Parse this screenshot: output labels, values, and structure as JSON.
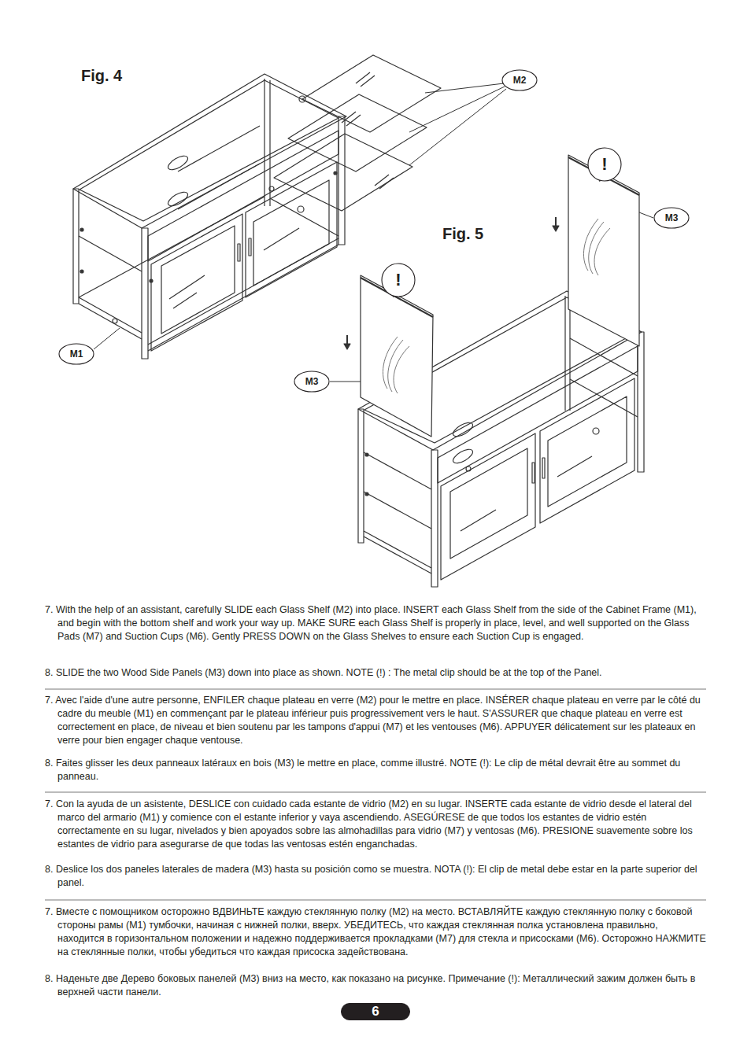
{
  "diagram": {
    "nodes": [
      {
        "text": [
          "M2"
        ]
      },
      {
        "text": [
          "!"
        ]
      },
      {
        "text": [
          "M3"
        ]
      },
      {
        "text": [
          "!"
        ]
      },
      {
        "text": [
          "M1"
        ]
      },
      {
        "text": [
          "M3"
        ]
      },
      {
        "text": [
          "6"
        ]
      }
    ],
    "labels": [
      "Fig. 4",
      "Fig. 5",
      "7. With the help of an assistant, carefully SLIDE each Glass Shelf (M2) into place. INSERT each Glass Shelf from the side of the Cabinet Frame (M1), and begin with the bottom shelf and work your way up. MAKE SURE each Glass Shelf is properly in place, level, and well supported on the Glass Pads (M7) and Suction Cups (M6). Gently PRESS DOWN on the Glass Shelves to ensure each Suction Cup is engaged.",
      "8. SLIDE the two Wood Side Panels (M3) down into place as shown. NOTE (!) : The metal clip should be at the top of the Panel.",
      "7. Avec l'aide d'une autre personne, ENFILER chaque plateau en verre (M2) pour le mettre en place. INSÉRER chaque plateau en verre par le côté du cadre du meuble (M1) en commençant par le plateau inférieur puis progressivement vers le haut. S'ASSURER que chaque plateau en verre est correctement en place, de niveau et bien soutenu par les tampons d'appui (M7) et les ventouses (M6). APPUYER délicatement sur les plateaux en verre pour bien engager chaque ventouse.",
      "8. Faites glisser les deux panneaux latéraux en bois (M3) le mettre en place, comme illustré. NOTE (!): Le clip de métal devrait être au sommet du panneau.",
      "7. Con la ayuda de un asistente, DESLICE con cuidado cada estante de vidrio (M2) en su lugar. INSERTE cada estante de vidrio desde el lateral del marco del armario (M1) y comience con el estante inferior y vaya ascendiendo. ASEGÚRESE de que todos los estantes de vidrio estén correctamente en su lugar, nivelados y bien apoyados sobre las almohadillas para vidrio (M7) y ventosas (M6). PRESIONE suavemente sobre los estantes de vidrio para asegurarse de que todas las ventosas estén enganchadas.",
      "8. Deslice los dos paneles laterales de madera (M3) hasta su posición como se muestra. NOTA (!): El clip de metal debe estar en la parte superior del panel.",
      "7. Вместе с помощником осторожно ВДВИНЬТЕ каждую стеклянную полку (M2) на место. ВСТАВЛЯЙТЕ каждую стеклянную полку с боковой стороны рамы (M1) тумбочки, начиная с нижней полки, вверх. УБЕДИТЕСЬ, что каждая стеклянная полка установлена правильно, находится в горизонтальном положении и надежно поддерживается прокладками (M7) для стекла и присосками (M6). Осторожно НАЖМИТЕ на стеклянные полки, чтобы убедиться что каждая присоска задействована.",
      "8. Наденьте две Дерево боковых панелей (M3) вниз на место, как показано на рисунке. Примечание (!): Металлический зажим должен быть в верхней части панели."
    ]
  }
}
